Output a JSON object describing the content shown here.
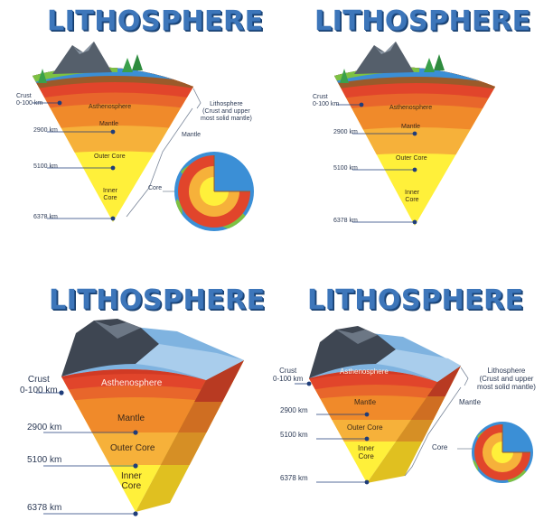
{
  "panels": [
    {
      "title": "LITHOSPHERE",
      "labels": {
        "crust": "Crust\n0-100 km",
        "d2900": "2900 km",
        "d5100": "5100 km",
        "d6378": "6378 km",
        "asthenosphere": "Asthenosphere",
        "mantle": "Mantle",
        "outer_core": "Outer Core",
        "inner_core": "Inner\nCore",
        "lithosphere_callout": "Lithosphere\n(Crust and upper\nmost solid mantle)",
        "mantle_callout": "Mantle",
        "core_callout": "Core"
      }
    },
    {
      "title": "LITHOSPHERE",
      "labels": {
        "crust": "Crust\n0-100 km",
        "d2900": "2900 km",
        "d5100": "5100 km",
        "d6378": "6378 km",
        "asthenosphere": "Asthenosphere",
        "mantle": "Mantle",
        "outer_core": "Outer Core",
        "inner_core": "Inner\nCore"
      }
    },
    {
      "title": "LITHOSPHERE",
      "labels": {
        "crust": "Crust\n0-100 km",
        "d2900": "2900 km",
        "d5100": "5100 km",
        "d6378": "6378 km",
        "asthenosphere": "Asthenosphere",
        "mantle": "Mantle",
        "outer_core": "Outer Core",
        "inner_core": "Inner\nCore"
      }
    },
    {
      "title": "LITHOSPHERE",
      "labels": {
        "crust": "Crust\n0-100 km",
        "d2900": "2900 km",
        "d5100": "5100 km",
        "d6378": "6378 km",
        "asthenosphere": "Asthenosphere",
        "mantle": "Mantle",
        "outer_core": "Outer Core",
        "inner_core": "Inner\nCore",
        "lithosphere_callout": "Lithosphere\n(Crust and upper\nmost solid mantle)",
        "mantle_callout": "Mantle",
        "core_callout": "Core"
      }
    }
  ],
  "colors": {
    "title": "#3d76ba",
    "ocean": "#3b8fd6",
    "grass": "#7dc142",
    "crust_brown": "#8c5a2b",
    "asthenosphere": "#e1452b",
    "mantle": "#f08a2a",
    "outer_core": "#f6b13a",
    "inner_core": "#fff03a",
    "mountain": "#555f6b",
    "pointer": "#1f3d7a"
  }
}
